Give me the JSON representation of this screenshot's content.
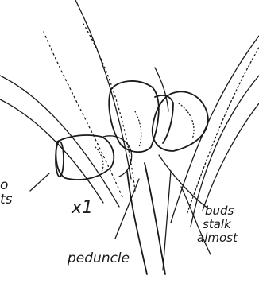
{
  "labels": {
    "left_line1": "o",
    "left_line2": "ts",
    "scale": "x1",
    "buds_line1": "buds",
    "buds_line2": "stalk",
    "buds_line3": "almost",
    "peduncle": "peduncle"
  },
  "colors": {
    "ink": "#1a1a1a",
    "paper": "#ffffff"
  }
}
